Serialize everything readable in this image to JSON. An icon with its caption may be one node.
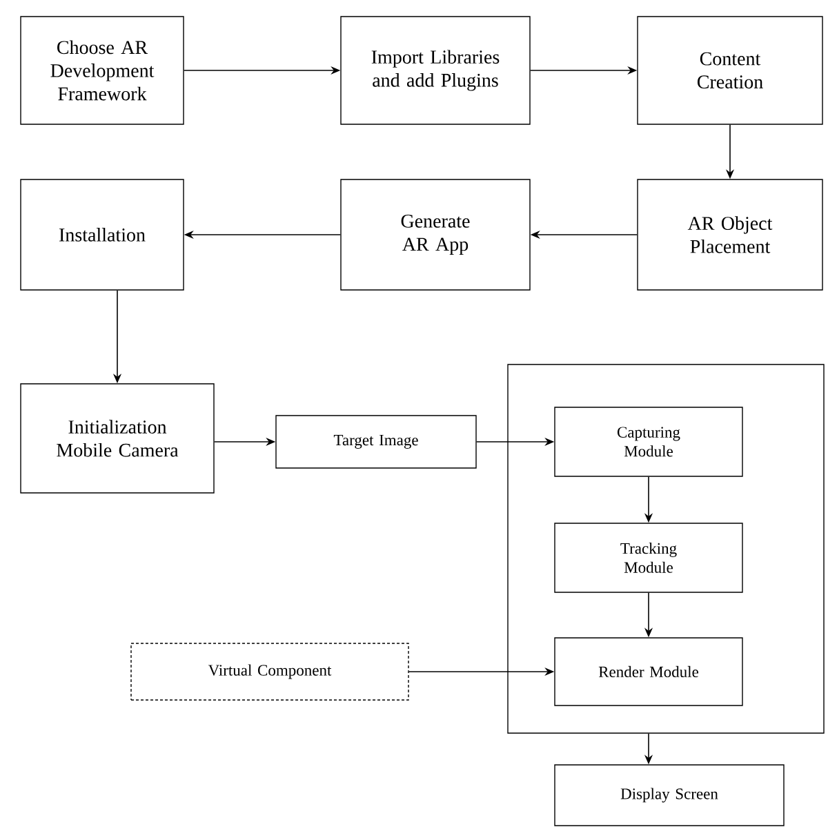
{
  "diagram": {
    "nodes": [
      {
        "text": [
          "Choose AR Development Framework"
        ]
      },
      {
        "text": [
          "Import Libraries and add Plugins"
        ]
      },
      {
        "text": [
          "Content Creation"
        ]
      },
      {
        "text": [
          "AR Object Placement"
        ]
      },
      {
        "text": [
          "Generate AR App"
        ]
      },
      {
        "text": [
          "Installation"
        ]
      },
      {
        "text": [
          "Initialization Mobile Camera"
        ]
      },
      {
        "text": [
          "Target Image"
        ]
      },
      {
        "text": [],
        "shape": "box"
      },
      {
        "text": [
          "Capturing Module"
        ],
        "in": 8
      },
      {
        "text": [
          "Tracking Module"
        ],
        "in": 8
      },
      {
        "text": [
          "Virtual Component"
        ]
      },
      {
        "text": [
          "Render Module"
        ],
        "in": 8
      },
      {
        "text": [
          "Display Screen"
        ]
      }
    ],
    "edges": [
      {
        "from": 0,
        "to": 1,
        "arrow": "to"
      },
      {
        "from": 1,
        "to": 2,
        "arrow": "to"
      },
      {
        "from": 2,
        "to": 3,
        "arrow": "to"
      },
      {
        "from": 3,
        "to": 4,
        "arrow": "to"
      },
      {
        "from": 4,
        "to": 5,
        "arrow": "to"
      },
      {
        "from": 5,
        "to": 6,
        "arrow": "to"
      },
      {
        "from": 6,
        "to": 7,
        "arrow": "to"
      },
      {
        "from": 7,
        "to": 9,
        "arrow": "to"
      },
      {
        "from": 9,
        "to": 10,
        "arrow": "to"
      },
      {
        "from": 10,
        "to": 12,
        "arrow": "to"
      },
      {
        "from": 11,
        "to": 12,
        "arrow": "to"
      },
      {
        "from": 8,
        "to": 13,
        "arrow": "to"
      }
    ]
  }
}
